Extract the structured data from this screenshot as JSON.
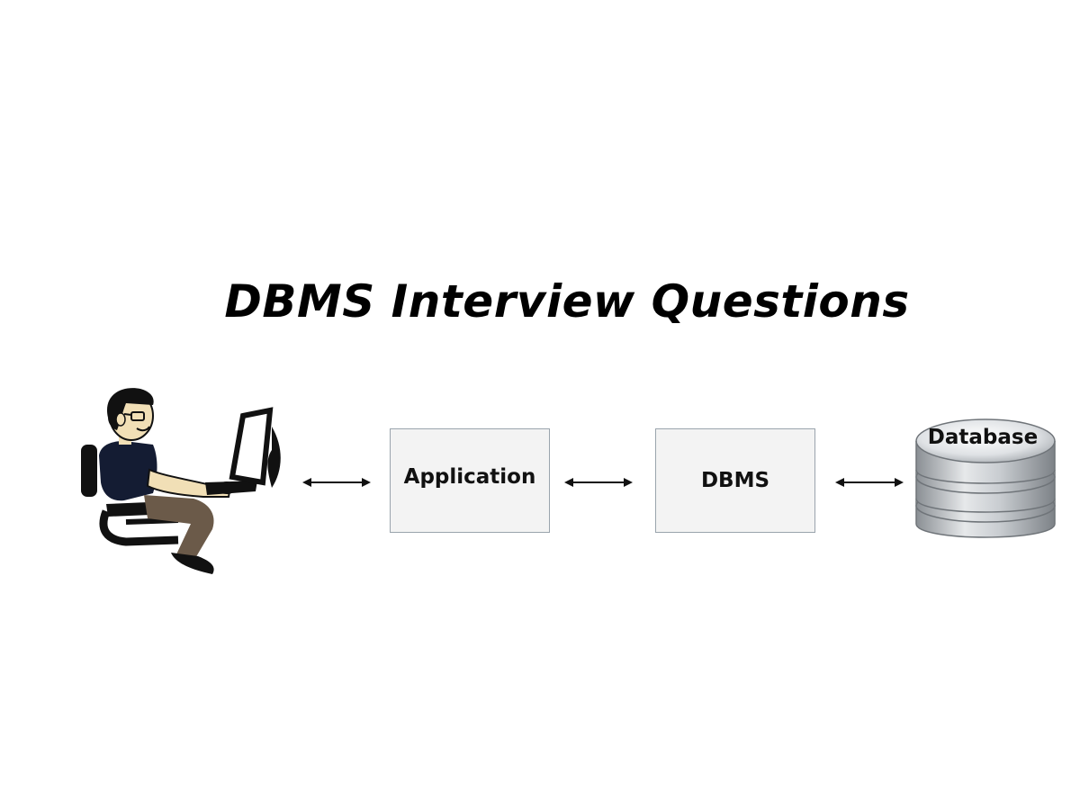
{
  "title": "DBMS Interview Questions",
  "nodes": {
    "user": {
      "icon": "user-at-computer-icon"
    },
    "application": {
      "label": "Application"
    },
    "dbms": {
      "label": "DBMS"
    },
    "database": {
      "label": "Database",
      "icon": "database-cylinder-icon"
    }
  },
  "connectors": [
    {
      "from": "user",
      "to": "application",
      "type": "bidirectional"
    },
    {
      "from": "application",
      "to": "dbms",
      "type": "bidirectional"
    },
    {
      "from": "dbms",
      "to": "database",
      "type": "bidirectional"
    }
  ],
  "colors": {
    "box_fill": "#f3f3f3",
    "box_border": "#9aa4ad",
    "text": "#111111"
  }
}
